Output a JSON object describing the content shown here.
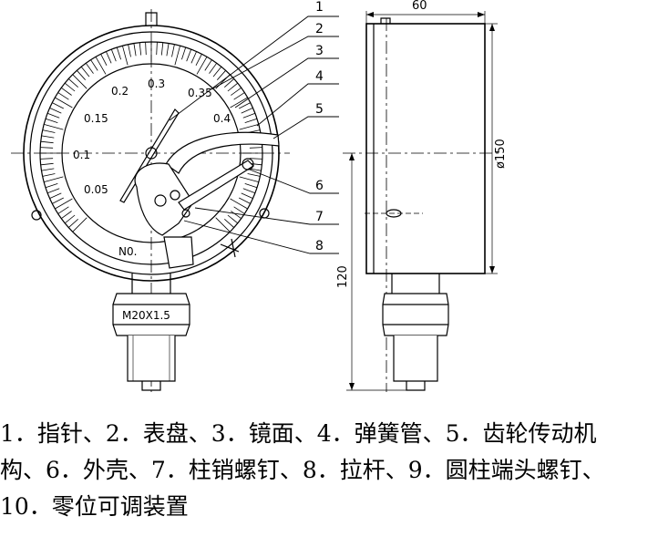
{
  "dial_scale": [
    "0.05",
    "0.1",
    "0.15",
    "0.2",
    "0.3",
    "0.35",
    "0.4"
  ],
  "dial_unit": "N0.",
  "thread_label": "M20X1.5",
  "callouts": [
    "1",
    "2",
    "3",
    "4",
    "5",
    "6",
    "7",
    "8"
  ],
  "dimensions": {
    "width": "60",
    "diameter": "ø150",
    "height": "120"
  },
  "caption": {
    "line1": "1．指针、2．表盘、3．镜面、4．弹簧管、5．齿轮传动机",
    "line2": "构、6．外壳、7．柱销螺钉、8．拉杆、9．圆柱端头螺钉、",
    "line3": "10．零位可调装置"
  }
}
